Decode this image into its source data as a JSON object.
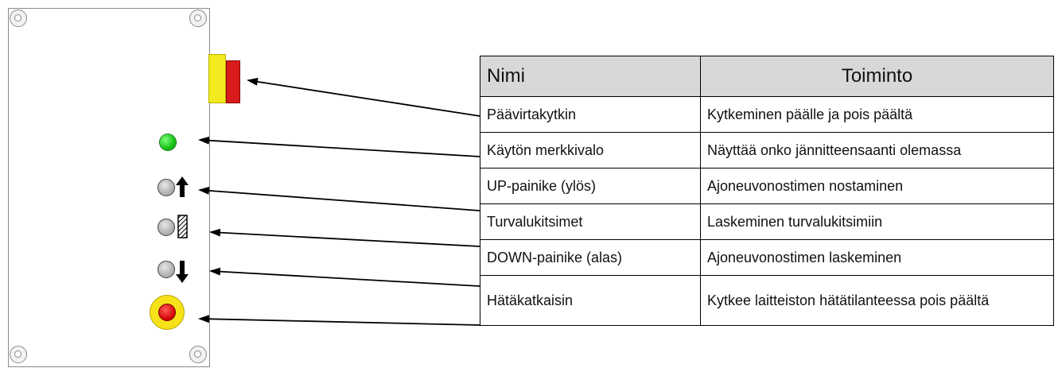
{
  "table": {
    "headers": [
      "Nimi",
      "Toiminto"
    ],
    "rows": [
      {
        "name": "Päävirtakytkin",
        "function": "Kytkeminen päälle ja pois päältä"
      },
      {
        "name": "Käytön merkkivalo",
        "function": "Näyttää onko jännitteensaanti olemassa"
      },
      {
        "name": "UP-painike (ylös)",
        "function": "Ajoneuvonostimen nostaminen"
      },
      {
        "name": "Turvalukitsimet",
        "function": "Laskeminen turvalukitsimiin"
      },
      {
        "name": "DOWN-painike (alas)",
        "function": "Ajoneuvonostimen laskeminen"
      },
      {
        "name": "Hätäkatkaisin",
        "function": "Kytkee laitteiston hätätilanteessa pois päältä"
      }
    ]
  },
  "panel": {
    "components": [
      "main-switch",
      "power-indicator-light",
      "up-button",
      "safety-lock-button",
      "down-button",
      "emergency-stop"
    ],
    "colors": {
      "switch_yellow": "#f2ea1e",
      "switch_red": "#d81b1b",
      "led_green": "#15c015",
      "estop_yellow": "#f7e21a",
      "estop_red": "#d10000"
    }
  }
}
